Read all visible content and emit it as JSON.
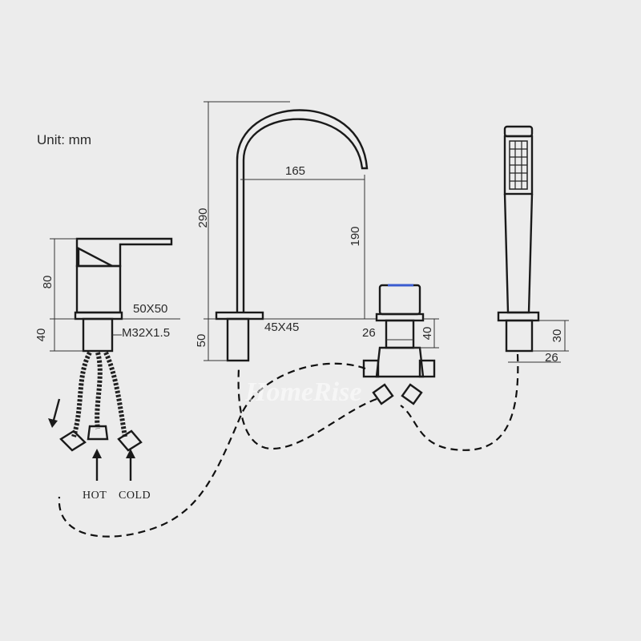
{
  "unit_label": "Unit: mm",
  "dimensions": {
    "spout_height": "290",
    "spout_reach": "165",
    "spout_clearance": "190",
    "spout_base_size": "45X45",
    "spout_base_height": "50",
    "handle_height": "80",
    "handle_base_size": "50X50",
    "handle_thread": "M32X1.5",
    "handle_base_height": "40",
    "diverter_width": "26",
    "diverter_height": "40",
    "shower_holder_height": "30",
    "shower_holder_width": "26"
  },
  "labels": {
    "hot": "HOT",
    "cold": "COLD"
  },
  "watermark": "HomeRise"
}
